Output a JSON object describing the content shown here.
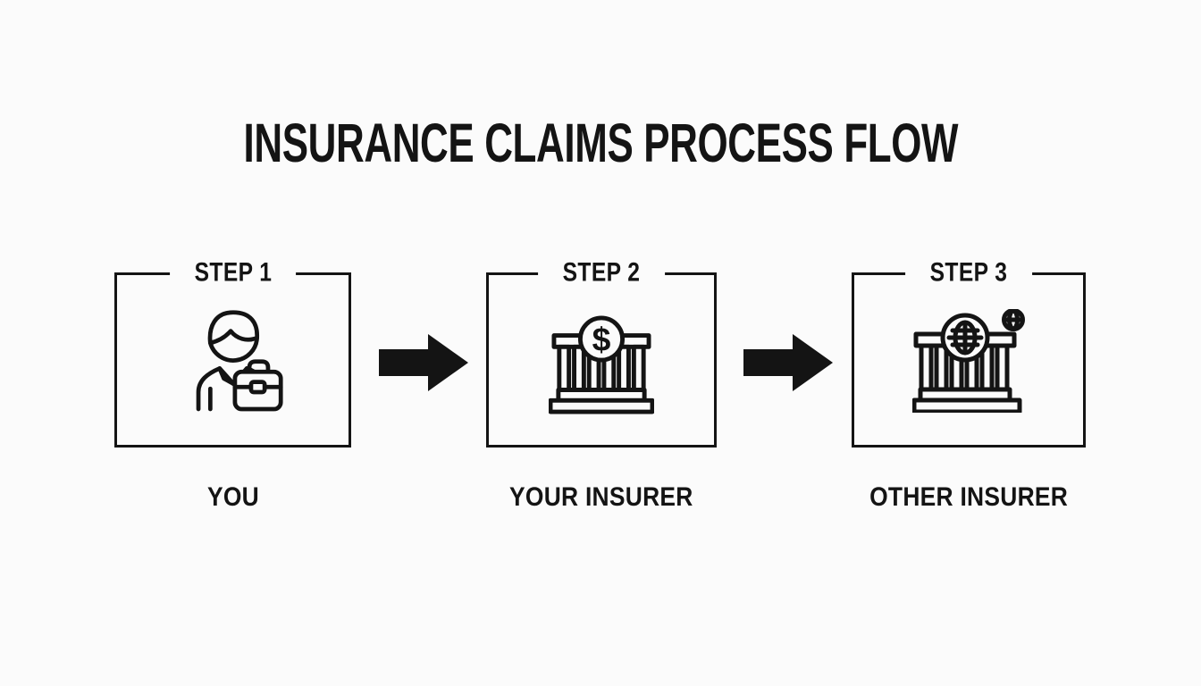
{
  "title": "INSURANCE CLAIMS PROCESS FLOW",
  "colors": {
    "background": "#fbfbfb",
    "ink": "#141414"
  },
  "steps": [
    {
      "label": "STEP 1",
      "caption": "YOU",
      "icon": "person-with-briefcase"
    },
    {
      "label": "STEP 2",
      "caption": "YOUR INSURER",
      "icon": "bank-with-dollar-badge",
      "badge_text": "$"
    },
    {
      "label": "STEP 3",
      "caption": "OTHER INSURER",
      "icon": "bank-with-globe-badge"
    }
  ],
  "connectors": [
    {
      "type": "arrow-right"
    },
    {
      "type": "arrow-right"
    }
  ]
}
